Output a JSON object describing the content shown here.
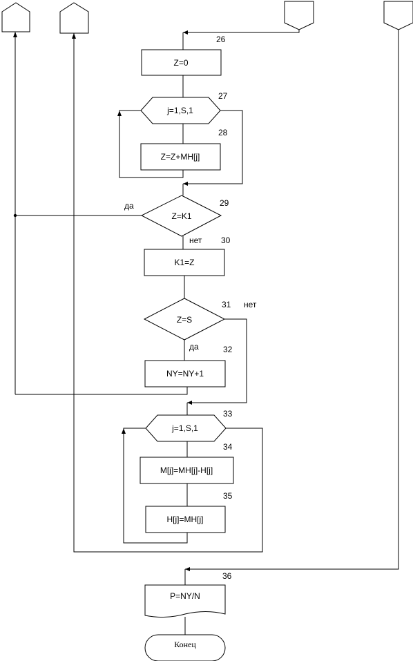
{
  "blocks": {
    "z_zero": {
      "text": "Z=0",
      "number": "26"
    },
    "loop1": {
      "text": "j=1,S,1",
      "number": "27"
    },
    "z_add": {
      "text": "Z=Z+MH[j]",
      "number": "28"
    },
    "cond1": {
      "text": "Z=K1",
      "number": "29",
      "yes": "да",
      "no": "нет"
    },
    "k1_assign": {
      "text": "K1=Z",
      "number": "30"
    },
    "cond2": {
      "text": "Z=S",
      "number": "31",
      "yes": "да",
      "no": "нет"
    },
    "ny_inc": {
      "text": "NY=NY+1",
      "number": "32"
    },
    "loop2": {
      "text": "j=1,S,1",
      "number": "33"
    },
    "m_assign": {
      "text": "M[j]=MH[j]-H[j]",
      "number": "34"
    },
    "h_assign": {
      "text": "H[j]=MH[j]",
      "number": "35"
    },
    "p_doc": {
      "text": "P=NY/N",
      "number": "36"
    },
    "end": {
      "text": "Конец"
    }
  }
}
